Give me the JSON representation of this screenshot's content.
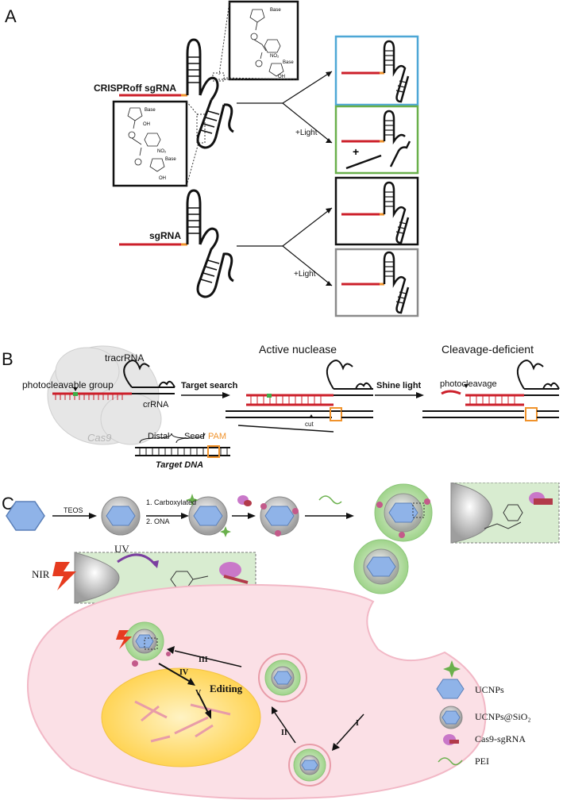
{
  "panels": {
    "a_letter": "A",
    "b_letter": "B",
    "c_letter": "C"
  },
  "panel_a": {
    "crisproff_label": "CRISPRoff sgRNA",
    "sgrna_label": "sgRNA",
    "light_top": "+Light",
    "light_bottom": "+Light",
    "plus_sign": "+",
    "chem_base": "Base",
    "chem_oh": "OH",
    "chem_no2": "NO₂",
    "box_colors": {
      "box1": "#4ea7d6",
      "box2": "#6ab04c",
      "box3": "#111111",
      "box4": "#8a8a8a"
    }
  },
  "panel_b": {
    "tracr": "tracrRNA",
    "photogroup": "photocleavable group",
    "crrna": "crRNA",
    "cas9": "Cas9",
    "target_search": "Target search",
    "active": "Active nuclease",
    "shine": "Shine light",
    "cleavage_def": "Cleavage-deficient",
    "photocleavage": "photocleavage",
    "cut": "cut",
    "distal": "Distal",
    "seed": "Seed",
    "pam": "PAM",
    "target_dna": "Target DNA",
    "colors": {
      "rna": "#cc1f2a",
      "pam": "#f0922b",
      "green": "#3fae49"
    }
  },
  "panel_c": {
    "teos": "TEOS",
    "carbox": "1. Carboxylated",
    "ona": "2. ONA",
    "uv": "UV",
    "nir": "NIR",
    "step_i": "I",
    "step_ii": "II",
    "step_iii": "III",
    "step_iv": "IV",
    "step_v": "V",
    "editing": "Editing",
    "legend": {
      "ucnps": "UCNPs",
      "ucnps_sio2": "UCNPs@SiO₂",
      "cas9": "Cas9-sgRNA",
      "pei": "PEI"
    },
    "colors": {
      "cell": "#fbe0e6",
      "nucleus": "#ffd760",
      "shell": "#9fd38a",
      "core": "#8fb3e8"
    }
  }
}
